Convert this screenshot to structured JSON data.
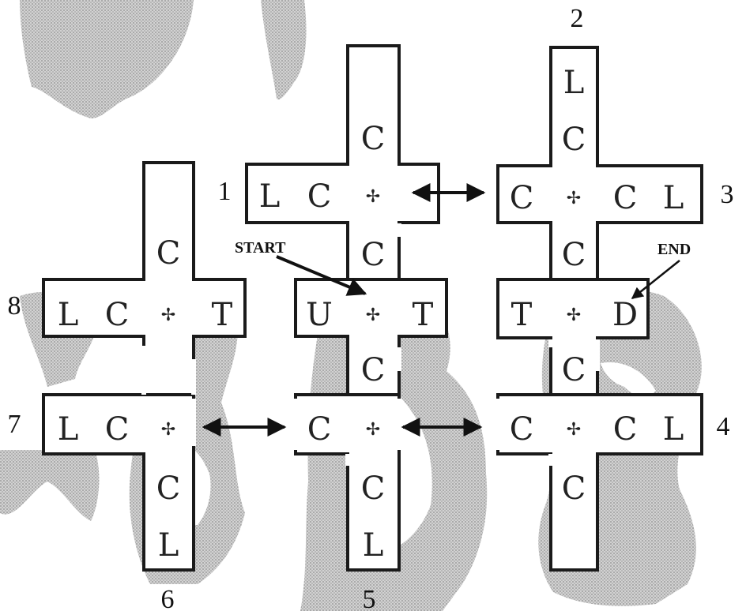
{
  "labels": {
    "start": "START",
    "end": "END",
    "numbers": [
      "1",
      "2",
      "3",
      "4",
      "5",
      "6",
      "7",
      "8"
    ]
  },
  "grid": {
    "center_glyph": "✢",
    "rooms": [
      {
        "id": "1",
        "cells": {
          "top": "C",
          "left2": "L",
          "left1": "C",
          "bottom": "C"
        }
      },
      {
        "id": "2-3",
        "cells": {
          "top2": "L",
          "top1": "C",
          "left1": "C",
          "right1": "C",
          "right2": "L",
          "bottom": "C"
        }
      },
      {
        "id": "8",
        "cells": {
          "top": "C",
          "left2": "L",
          "left1": "C",
          "right": "T"
        }
      },
      {
        "id": "start",
        "cells": {
          "left": "U",
          "right": "T",
          "bottom": "C"
        }
      },
      {
        "id": "end",
        "cells": {
          "left": "T",
          "right": "D",
          "bottom": "C"
        }
      },
      {
        "id": "7-6",
        "cells": {
          "left2": "L",
          "left1": "C",
          "bottom1": "C",
          "bottom2": "L"
        }
      },
      {
        "id": "5",
        "cells": {
          "left": "C",
          "bottom1": "C",
          "bottom2": "L"
        }
      },
      {
        "id": "4",
        "cells": {
          "left": "C",
          "right1": "C",
          "right2": "L",
          "bottom": "C"
        }
      }
    ]
  },
  "colors": {
    "ink": "#1a1a1a",
    "shade": "#b9b9b9",
    "paper": "#ffffff"
  }
}
